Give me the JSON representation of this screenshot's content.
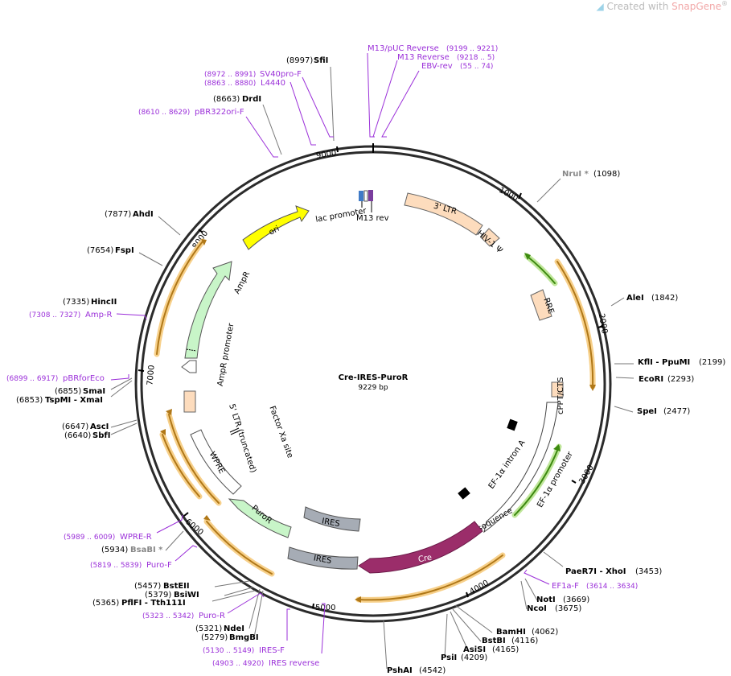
{
  "watermark": {
    "prefix": "Created with ",
    "brand": "SnapGene",
    "reg": "®"
  },
  "plasmid": {
    "name": "Cre-IRES-PuroR",
    "length": "9229 bp"
  },
  "ticks": [
    "1000",
    "2000",
    "3000",
    "4000",
    "5000",
    "6000",
    "7000",
    "8000",
    "9000"
  ],
  "sites": [
    {
      "name": "SfiI",
      "pos": "(8997)"
    },
    {
      "name": "DrdI",
      "pos": "(8663)"
    },
    {
      "name": "NruI *",
      "pos": "(1098)"
    },
    {
      "name": "AhdI",
      "pos": "(7877)"
    },
    {
      "name": "FspI",
      "pos": "(7654)"
    },
    {
      "name": "AleI",
      "pos": "(1842)"
    },
    {
      "name": "HincII",
      "pos": "(7335)"
    },
    {
      "name": "KflI - PpuMI",
      "pos": "(2199)"
    },
    {
      "name": "EcoRI",
      "pos": "(2293)"
    },
    {
      "name": "SmaI",
      "pos": "(6855)"
    },
    {
      "name": "TspMI - XmaI",
      "pos": "(6853)"
    },
    {
      "name": "SpeI",
      "pos": "(2477)"
    },
    {
      "name": "AscI",
      "pos": "(6647)"
    },
    {
      "name": "SbfI",
      "pos": "(6640)"
    },
    {
      "name": "BsaBI *",
      "pos": "(5934)"
    },
    {
      "name": "PaeR7I - XhoI",
      "pos": "(3453)"
    },
    {
      "name": "NotI",
      "pos": "(3669)"
    },
    {
      "name": "NcoI",
      "pos": "(3675)"
    },
    {
      "name": "BstEII",
      "pos": "(5457)"
    },
    {
      "name": "BsiWI",
      "pos": "(5379)"
    },
    {
      "name": "PflFI - Tth111I",
      "pos": "(5365)"
    },
    {
      "name": "BamHI",
      "pos": "(4062)"
    },
    {
      "name": "BstBI",
      "pos": "(4116)"
    },
    {
      "name": "AsiSI",
      "pos": "(4165)"
    },
    {
      "name": "PsiI",
      "pos": "(4209)"
    },
    {
      "name": "NdeI",
      "pos": "(5321)"
    },
    {
      "name": "BmgBI",
      "pos": "(5279)"
    },
    {
      "name": "PshAI",
      "pos": "(4542)"
    }
  ],
  "primers": [
    {
      "name": "M13/pUC Reverse",
      "range": "(9199 .. 9221)"
    },
    {
      "name": "M13 Reverse",
      "range": "(9218 .. 5)"
    },
    {
      "name": "EBV-rev",
      "range": "(55 .. 74)"
    },
    {
      "name": "SV40pro-F",
      "range": "(8972 .. 8991)"
    },
    {
      "name": "L4440",
      "range": "(8863 .. 8880)"
    },
    {
      "name": "pBR322ori-F",
      "range": "(8610 .. 8629)"
    },
    {
      "name": "Amp-R",
      "range": "(7308 .. 7327)"
    },
    {
      "name": "pBRforEco",
      "range": "(6899 .. 6917)"
    },
    {
      "name": "WPRE-R",
      "range": "(5989 .. 6009)"
    },
    {
      "name": "Puro-F",
      "range": "(5819 .. 5839)"
    },
    {
      "name": "EF1a-F",
      "range": "(3614 .. 3634)"
    },
    {
      "name": "Puro-R",
      "range": "(5323 .. 5342)"
    },
    {
      "name": "IRES-F",
      "range": "(5130 .. 5149)"
    },
    {
      "name": "IRES reverse",
      "range": "(4903 .. 4920)"
    }
  ],
  "features": {
    "ltr3": "3' LTR",
    "hiv": "HIV-1 Ψ",
    "rre": "RRE",
    "cppt": "cPPT/CTS",
    "ef1a_promoter": "EF-1α promoter",
    "ef1a_intron": "EF-1α intron A",
    "kozak": "Kozak sequence",
    "cre": "Cre",
    "ires_outer": "IRES",
    "ires_inner": "IRES",
    "puror": "PuroR",
    "wpre": "WPRE",
    "ltr5": "5' LTR (truncated)",
    "factor_xa": "Factor Xa site",
    "ampr_promoter": "AmpR promoter",
    "ampr": "AmpR",
    "ori": "ori",
    "lac_promoter": "lac promoter",
    "m13_rev": "M13 rev"
  },
  "colors": {
    "backbone": "#2b2b2b",
    "primer": "#9b30d9",
    "ltr": "#fddcbd",
    "orange_arrow": "#f0a020",
    "green_arrow": "#78c820",
    "cre": "#9b2d6a",
    "ires": "#a6acb5",
    "puror": "#c8f5c8",
    "ori": "#ffff00",
    "grey_label": "#888888"
  }
}
